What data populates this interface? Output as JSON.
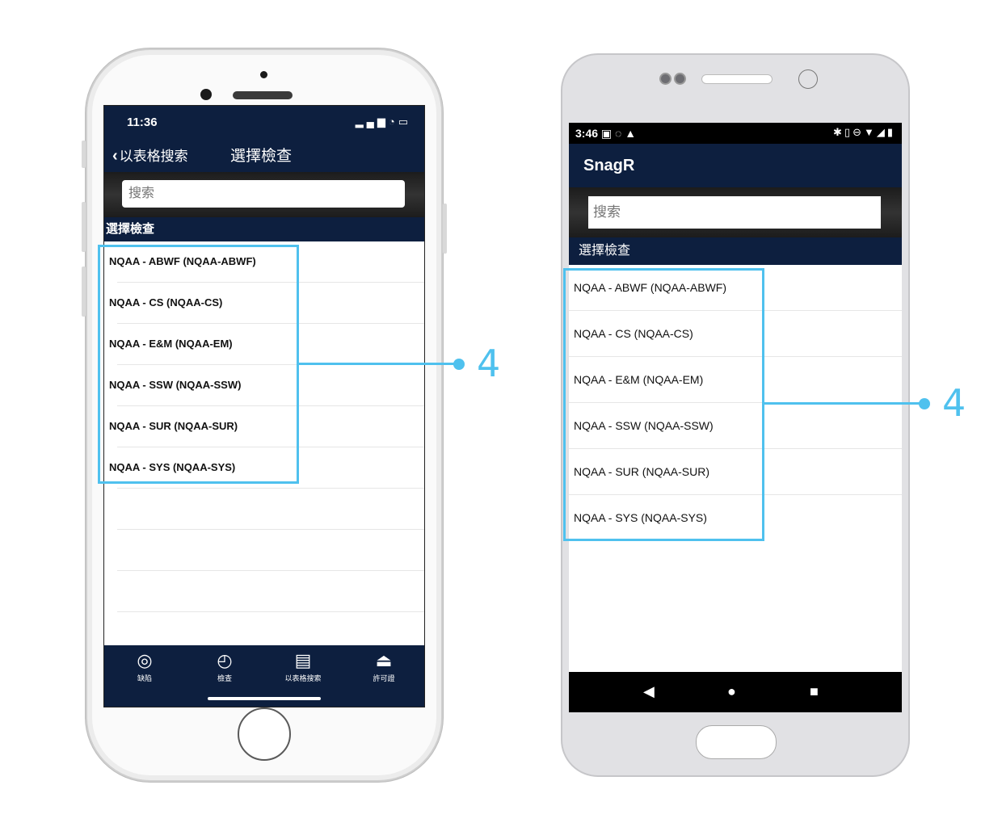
{
  "ios": {
    "status_time": "11:36",
    "back_label": "以表格搜索",
    "title": "選擇檢查",
    "search_placeholder": "搜索",
    "section_header": "選擇檢查",
    "items": [
      "NQAA - ABWF (NQAA-ABWF)",
      "NQAA - CS (NQAA-CS)",
      "NQAA - E&M (NQAA-EM)",
      "NQAA - SSW (NQAA-SSW)",
      "NQAA - SUR (NQAA-SUR)",
      "NQAA - SYS (NQAA-SYS)"
    ],
    "tabs": [
      {
        "label": "缺陷",
        "icon": "location-pin-icon"
      },
      {
        "label": "檢查",
        "icon": "gauge-icon"
      },
      {
        "label": "以表格搜索",
        "icon": "document-icon"
      },
      {
        "label": "許可證",
        "icon": "inbox-download-icon"
      }
    ]
  },
  "android": {
    "status_time": "3:46",
    "app_title": "SnagR",
    "search_placeholder": "搜索",
    "section_header": "選擇檢查",
    "items": [
      "NQAA - ABWF (NQAA-ABWF)",
      "NQAA - CS (NQAA-CS)",
      "NQAA - E&M (NQAA-EM)",
      "NQAA - SSW (NQAA-SSW)",
      "NQAA - SUR (NQAA-SUR)",
      "NQAA - SYS (NQAA-SYS)"
    ]
  },
  "annotations": {
    "ios_callout": "4",
    "android_callout": "4",
    "color": "#4fc1ee"
  },
  "colors": {
    "navy": "#0d1f3f"
  }
}
